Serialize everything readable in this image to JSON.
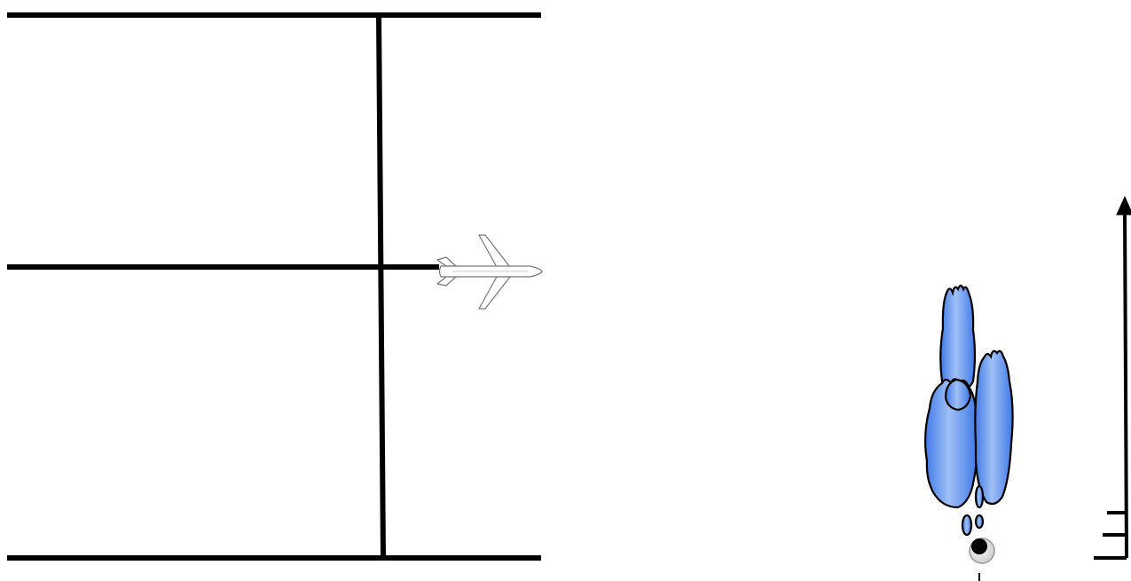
{
  "diagram": {
    "elements": [
      {
        "id": "top-horizontal-line",
        "kind": "line"
      },
      {
        "id": "middle-horizontal-line",
        "kind": "line"
      },
      {
        "id": "bottom-horizontal-line",
        "kind": "line"
      },
      {
        "id": "vertical-line",
        "kind": "line"
      },
      {
        "id": "airplane-icon",
        "kind": "icon"
      },
      {
        "id": "cloud-cluster",
        "kind": "shape"
      },
      {
        "id": "storm-cell-icon",
        "kind": "icon"
      },
      {
        "id": "altitude-scale-arrow",
        "kind": "arrow"
      }
    ],
    "colors": {
      "line": "#000000",
      "cloud_fill": "#8fb4f4",
      "cloud_dark": "#3f78e6",
      "airplane_fill": "#ffffff",
      "airplane_stroke": "#777777"
    }
  }
}
